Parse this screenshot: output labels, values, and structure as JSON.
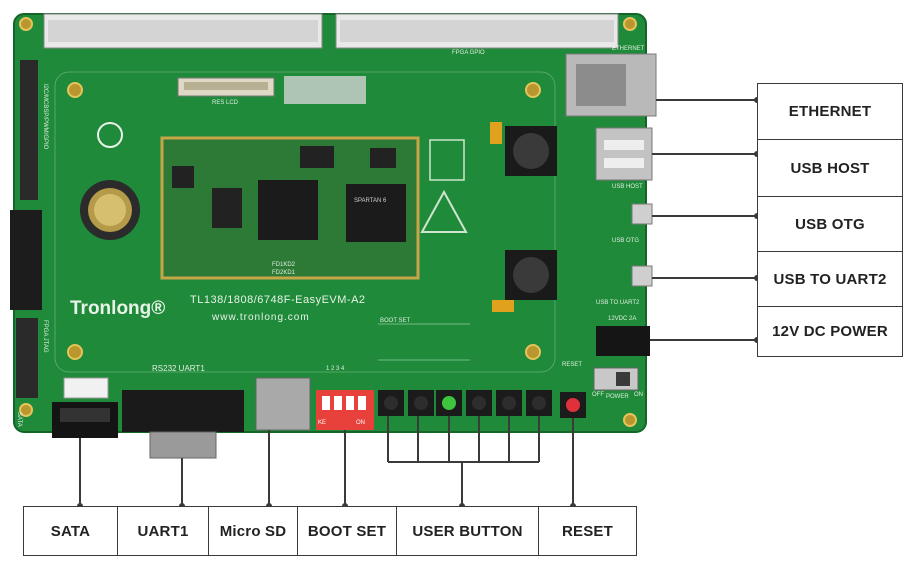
{
  "board": {
    "brand": "Tronlong®",
    "model": "TL138/1808/6748F-EasyEVM-A2",
    "website": "www.tronlong.com",
    "silkscreen": {
      "ethernet": "ETHERNET",
      "usb_host": "USB HOST",
      "usb_otg": "USB OTG",
      "usb_to_uart2": "USB TO UART2",
      "power_12v": "12VDC 2A",
      "rs232": "RS232 UART1",
      "reset": "RESET",
      "power": "POWER",
      "sata": "SATA",
      "res_lcd": "RES LCD",
      "fpga_gpio": "FPGA GPIO",
      "fpga_jtag": "FPGA JTAG",
      "mcbsp": "I2C/MCBSP/PWM/GPIO",
      "chip": "SPARTAN 6",
      "fd1": "FD1KD2",
      "fd2": "FD2KD1",
      "dip_on": "ON",
      "dip_ke": "KE",
      "dip_nums": "1 2 3 4",
      "boot_table_title": "BOOT SET",
      "off": "OFF",
      "on": "ON"
    }
  },
  "callouts_right": [
    {
      "label": "ETHERNET"
    },
    {
      "label": "USB HOST"
    },
    {
      "label": "USB OTG"
    },
    {
      "label": "USB TO UART2"
    },
    {
      "label": "12V DC POWER"
    }
  ],
  "callouts_bottom": [
    {
      "label": "SATA"
    },
    {
      "label": "UART1"
    },
    {
      "label": "Micro SD"
    },
    {
      "label": "BOOT SET"
    },
    {
      "label": "USER BUTTON"
    },
    {
      "label": "RESET"
    }
  ],
  "colors": {
    "pcb": "#1f8a3a",
    "pcb_dark": "#176e2d",
    "outline": "#3a3a3a",
    "button_green": "#3ec43e",
    "button_red": "#e0303a",
    "dip_red": "#e8413c"
  }
}
